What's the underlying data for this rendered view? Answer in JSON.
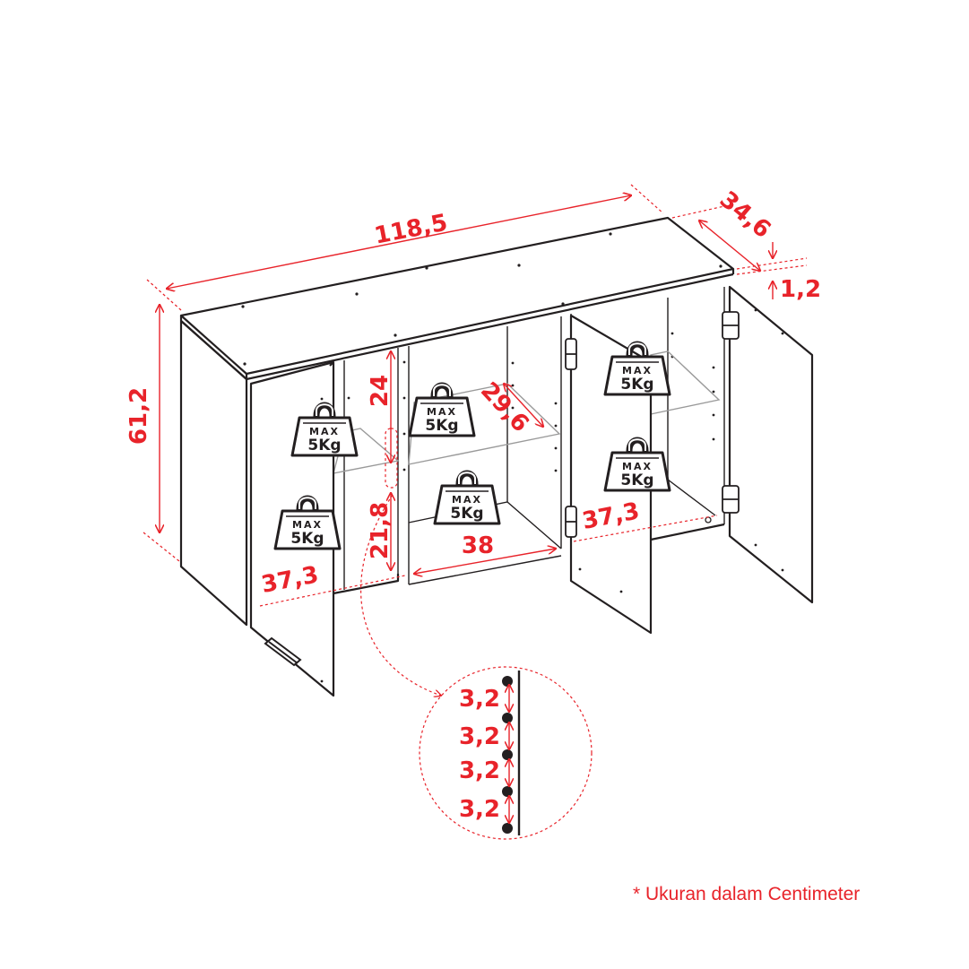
{
  "dimensions": {
    "width": "118,5",
    "depth": "34,6",
    "top_thickness": "1,2",
    "height": "61,2",
    "shelf_gap_top": "24",
    "shelf_depth": "29,6",
    "shelf_gap_bottom": "21,8",
    "left_inner_width": "37,3",
    "middle_inner_width": "38",
    "right_inner_width": "37,3",
    "hole_spacing": [
      "3,2",
      "3,2",
      "3,2",
      "3,2"
    ]
  },
  "weight_badges": [
    {
      "max": "MAX",
      "load": "5Kg"
    },
    {
      "max": "MAX",
      "load": "5Kg"
    },
    {
      "max": "MAX",
      "load": "5Kg"
    },
    {
      "max": "MAX",
      "load": "5Kg"
    },
    {
      "max": "MAX",
      "load": "5Kg"
    },
    {
      "max": "MAX",
      "load": "5Kg"
    }
  ],
  "footnote": "* Ukuran dalam Centimeter",
  "colors": {
    "accent": "#e8232a",
    "line": "#231f20",
    "shelf": "#9a9a9a"
  },
  "icons": [
    "weight-icon",
    "hinge-icon",
    "handle-icon",
    "shelf-peg-holes-detail"
  ]
}
